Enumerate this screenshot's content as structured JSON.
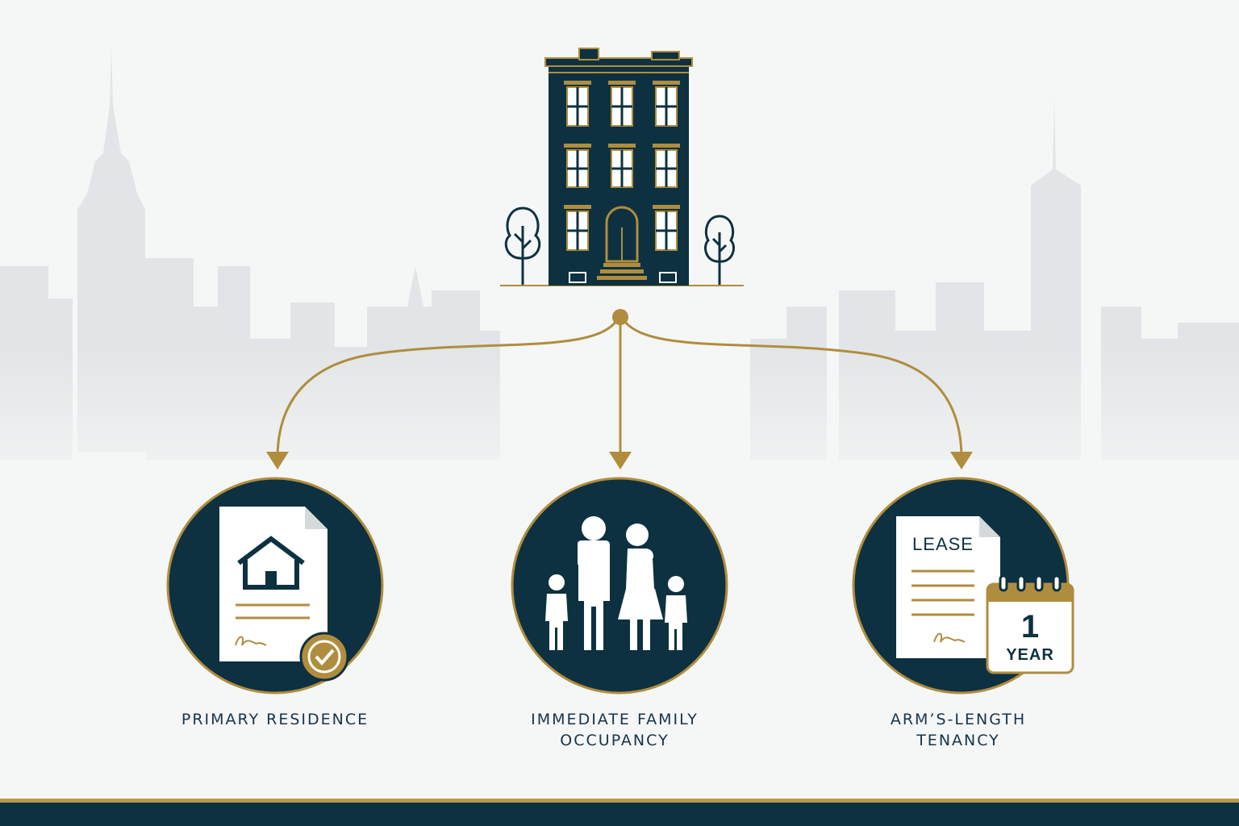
{
  "colors": {
    "navy": "#0d3140",
    "gold": "#b08d3e",
    "skyline": "#dde1e3",
    "background": "#f5f6f6",
    "white": "#ffffff"
  },
  "root": {
    "icon": "townhouse-building-icon"
  },
  "branches": [
    {
      "id": "primary",
      "icon": "signed-deed-house-document-icon",
      "label_lines": [
        "PRIMARY RESIDENCE"
      ]
    },
    {
      "id": "family",
      "icon": "family-icon",
      "label_lines": [
        "IMMEDIATE FAMILY",
        "OCCUPANCY"
      ]
    },
    {
      "id": "tenancy",
      "icon": "lease-calendar-icon",
      "label_lines": [
        "ARM’S-LENGTH",
        "TENANCY"
      ]
    }
  ],
  "lease": {
    "title": "LEASE",
    "calendar_number": "1",
    "calendar_unit": "YEAR"
  }
}
